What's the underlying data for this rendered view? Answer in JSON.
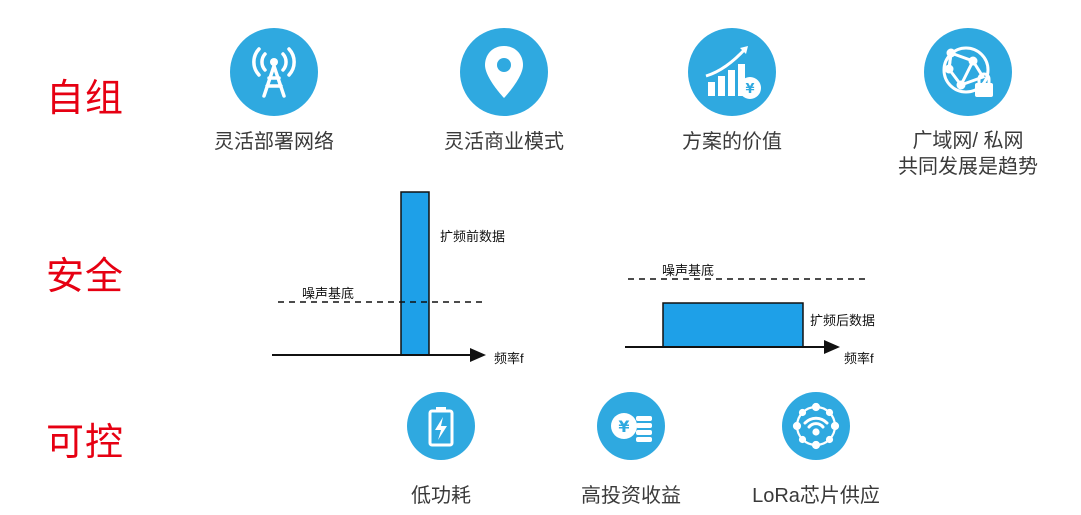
{
  "sections": {
    "self_org": "自组",
    "security": "安全",
    "control": "可控"
  },
  "features_top": [
    {
      "label": "灵活部署网络",
      "icon": "antenna-tower-icon"
    },
    {
      "label": "灵活商业模式",
      "icon": "map-pin-icon"
    },
    {
      "label": "方案的价值",
      "icon": "growth-chart-yen-icon"
    },
    {
      "label_line1": "广域网/ 私网",
      "label_line2": "共同发展是趋势",
      "icon": "globe-lock-icon"
    }
  ],
  "diagram": {
    "left": {
      "noise_floor_label": "噪声基底",
      "signal_label": "扩频前数据",
      "axis_label": "频率f"
    },
    "right": {
      "noise_floor_label": "噪声基底",
      "signal_label": "扩频后数据",
      "axis_label": "频率f"
    },
    "bar_color": "#1ea0e8"
  },
  "features_bottom": [
    {
      "label": "低功耗",
      "icon": "battery-charging-icon"
    },
    {
      "label": "高投资收益",
      "icon": "yen-coins-icon"
    },
    {
      "label": "LoRa芯片供应",
      "icon": "wifi-network-icon"
    }
  ],
  "colors": {
    "accent_red": "#e60012",
    "icon_blue": "#2fa9e0"
  }
}
